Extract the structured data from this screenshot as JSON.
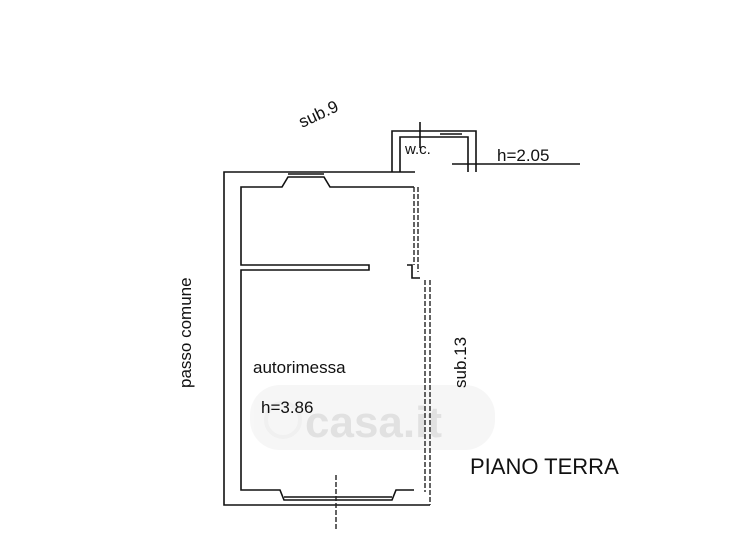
{
  "labels": {
    "neighbor_top": "sub.9",
    "neighbor_left": "passo comune",
    "neighbor_right": "sub.13",
    "room_main": "autorimessa",
    "room_main_height": "h=3.86",
    "room_wc": "w.c.",
    "room_wc_height": "h=2.05",
    "floor_title": "PIANO TERRA"
  },
  "watermark": "casa.it"
}
